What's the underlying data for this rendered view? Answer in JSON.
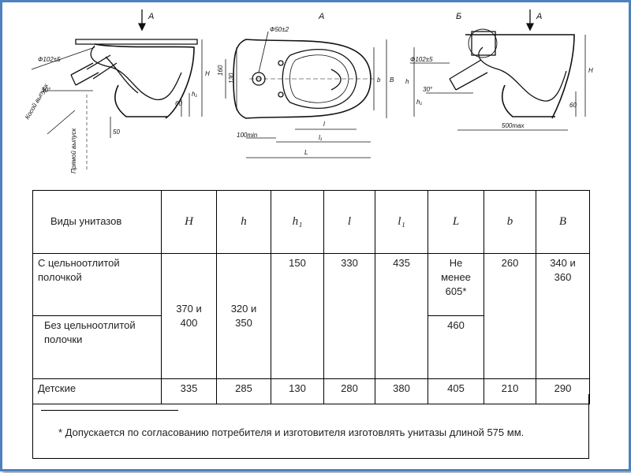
{
  "drawing": {
    "labels": {
      "view_a": "A",
      "view_b": "Б",
      "d102": "Ф102±5",
      "d50": "Ф50±2",
      "angle30": "30°",
      "H": "H",
      "h": "h",
      "h1": "h₁",
      "s60": "60",
      "s50": "50",
      "s160": "160",
      "s130": "130",
      "b": "b",
      "B": "B",
      "l": "l",
      "l1": "l₁",
      "L": "L",
      "min100": "100min",
      "max500": "500max",
      "kosoy": "Косой выпуск",
      "pryamoy": "Прямой выпуск"
    }
  },
  "table": {
    "header": {
      "type": "Виды унитазов",
      "H": "H",
      "h": "h",
      "h1": "h₁",
      "l": "l",
      "l1": "l₁",
      "L": "L",
      "b": "b",
      "B": "B"
    },
    "rows": {
      "shelf": {
        "type": "С цельноотлитой полочкой",
        "h1": "150",
        "l": "330",
        "l1": "435",
        "L": "Не менее 605*",
        "b": "260",
        "B": "340 и 360"
      },
      "noshelf": {
        "type": "Без цельноотлитой полочки",
        "H": "370 и 400",
        "h": "320 и 350",
        "L": "460"
      },
      "kids": {
        "type": "Детские",
        "H": "335",
        "h": "285",
        "h1": "130",
        "l": "280",
        "l1": "380",
        "L": "405",
        "b": "210",
        "B": "290"
      }
    }
  },
  "footnote": {
    "text": "* Допускается по согласованию потребителя и изготовителя изготовлять унитазы длиной 575 мм."
  }
}
